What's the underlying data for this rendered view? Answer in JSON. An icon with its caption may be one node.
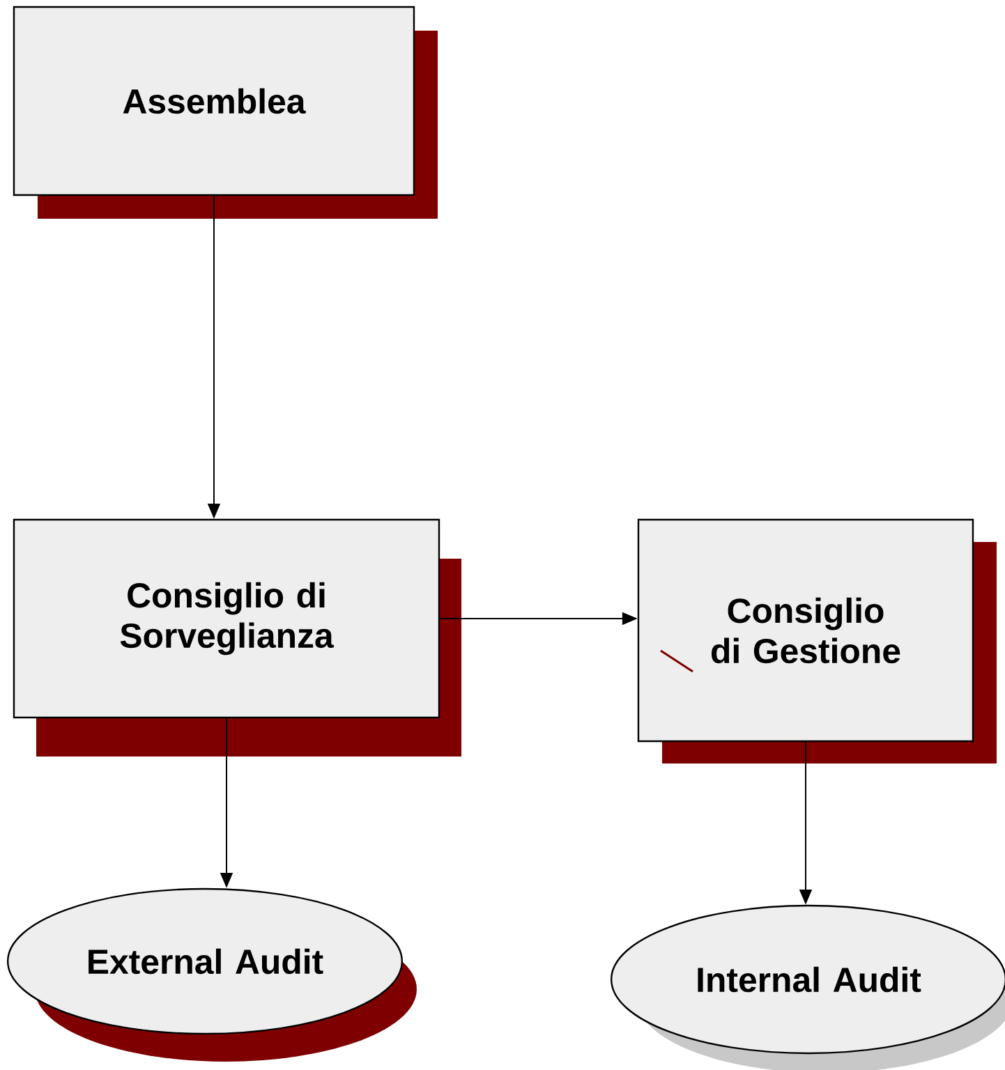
{
  "diagram": {
    "nodes": [
      {
        "text": [
          "Assemblea"
        ]
      },
      {
        "text": [
          "Consiglio di Sorveglianza"
        ]
      },
      {
        "text": [
          "Consiglio di Gestione"
        ]
      },
      {
        "text": [
          "External Audit"
        ]
      },
      {
        "text": [
          "Internal Audit"
        ]
      }
    ],
    "edges": [
      {
        "from": 0,
        "to": 1,
        "arrow": "to"
      },
      {
        "from": 1,
        "to": 2,
        "arrow": "to"
      },
      {
        "from": 1,
        "to": 3,
        "arrow": "to"
      },
      {
        "from": 2,
        "to": 4,
        "arrow": "to"
      }
    ]
  }
}
